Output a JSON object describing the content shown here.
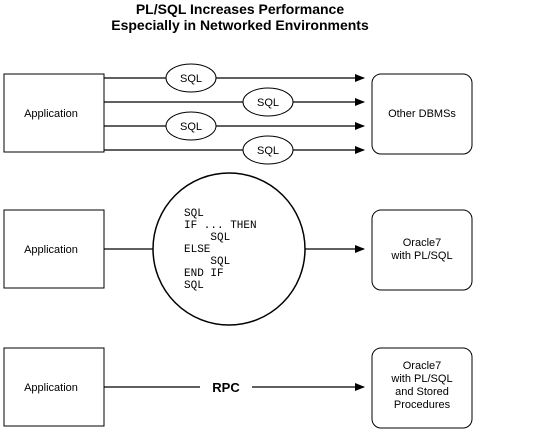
{
  "title": {
    "line1": "PL/SQL Increases Performance",
    "line2": "Especially in Networked Environments"
  },
  "row1": {
    "app_label": "Application",
    "sql_labels": [
      "SQL",
      "SQL",
      "SQL",
      "SQL"
    ],
    "target_label": "Other DBMSs"
  },
  "row2": {
    "app_label": "Application",
    "code_lines": [
      "SQL",
      "IF ... THEN",
      "    SQL",
      "ELSE",
      "    SQL",
      "END IF",
      "SQL"
    ],
    "target_line1": "Oracle7",
    "target_line2": "with PL/SQL"
  },
  "row3": {
    "app_label": "Application",
    "rpc_label": "RPC",
    "target_line1": "Oracle7",
    "target_line2": "with PL/SQL",
    "target_line3": "and Stored",
    "target_line4": "Procedures"
  }
}
